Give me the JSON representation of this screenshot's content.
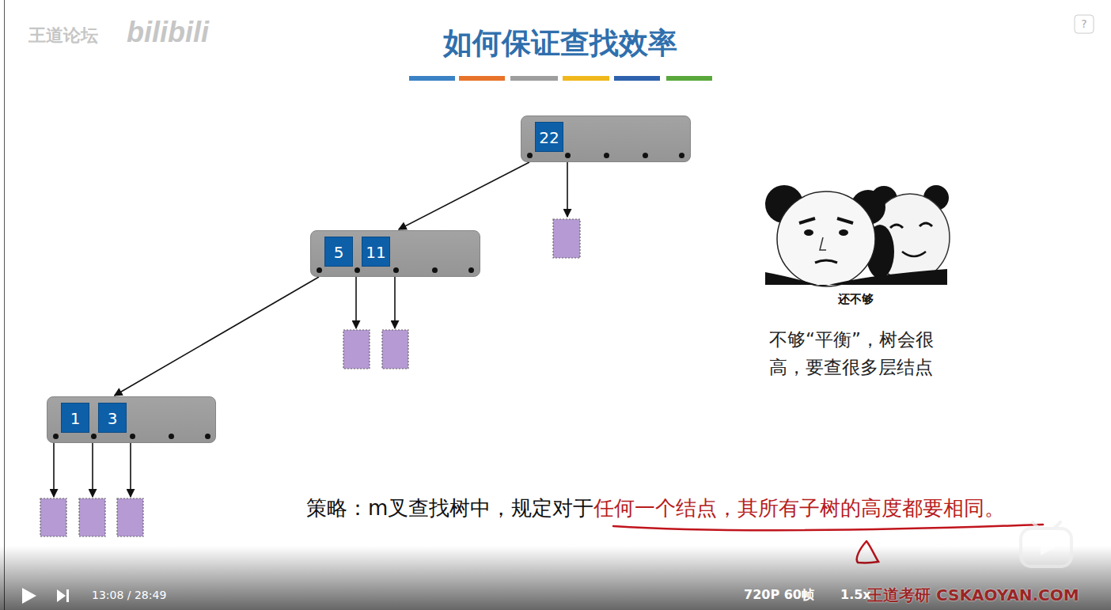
{
  "diagram": {
    "title": "如何保证查找效率",
    "nodes": [
      {
        "text": [
          "22"
        ]
      },
      {
        "text": [
          "5",
          "11"
        ]
      },
      {
        "text": [
          "1",
          "3"
        ]
      }
    ],
    "edges": [
      {
        "from": 0,
        "to": 1,
        "arrow": "to"
      },
      {
        "from": 1,
        "to": 2,
        "arrow": "to"
      }
    ],
    "labels": [
      "王道论坛",
      "bilibili",
      "?",
      "还不够",
      "不够“平衡”，树会很高，要查很多层结点",
      "策略：m叉查找树中，规定对于",
      "任何一个结点，其所有子树的高度都要相同。",
      "13:08 / 28:49",
      "720P 60帧",
      "1.5x",
      "王道考研 CSKAOYAN.COM"
    ]
  }
}
